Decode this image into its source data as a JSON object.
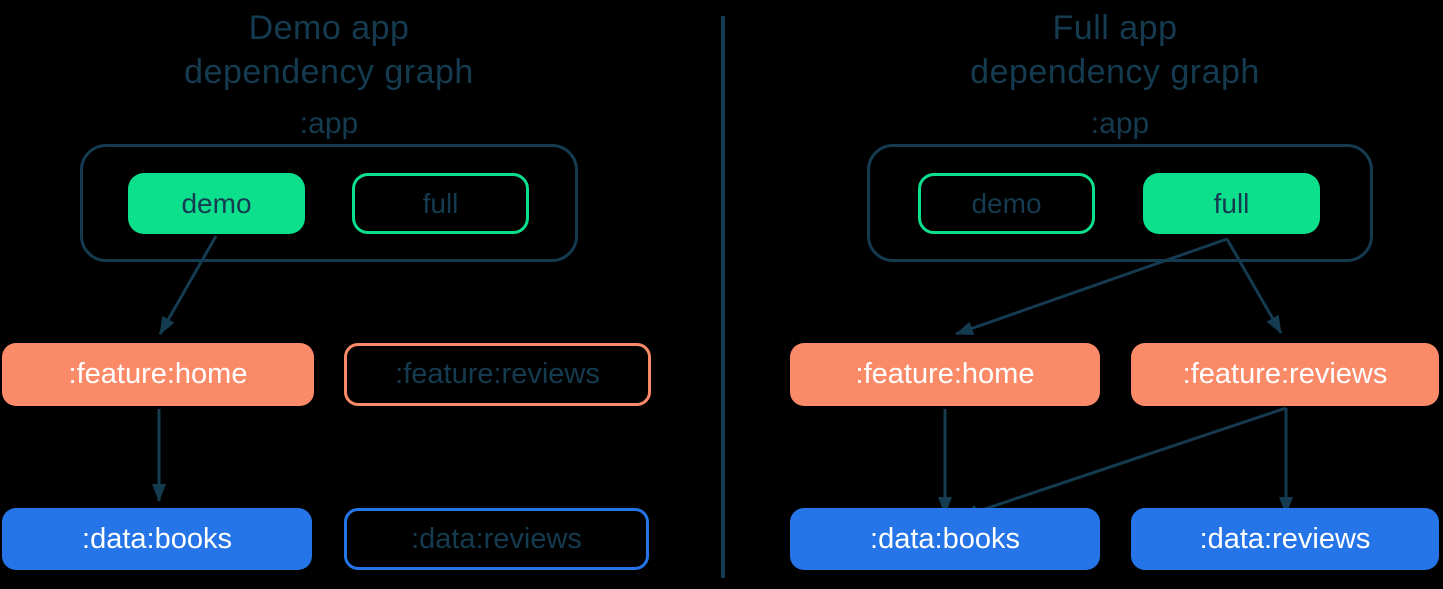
{
  "colors": {
    "background": "#000000",
    "navy": "#143B4F",
    "green": "#0CE08D",
    "orange": "#FA8A68",
    "blue": "#2575E8",
    "included_text": "#FFFFFF"
  },
  "left_panel": {
    "title_line1": "Demo app",
    "title_line2": "dependency graph",
    "app_label": ":app",
    "variant_buttons": [
      {
        "label": "demo",
        "state": "selected"
      },
      {
        "label": "full",
        "state": "unselected"
      }
    ],
    "feature_nodes": [
      {
        "label": ":feature:home",
        "state": "included"
      },
      {
        "label": ":feature:reviews",
        "state": "excluded"
      }
    ],
    "data_nodes": [
      {
        "label": ":data:books",
        "state": "included"
      },
      {
        "label": ":data:reviews",
        "state": "excluded"
      }
    ],
    "edges": [
      {
        "from": "demo",
        "to": ":feature:home"
      },
      {
        "from": ":feature:home",
        "to": ":data:books"
      }
    ]
  },
  "right_panel": {
    "title_line1": "Full app",
    "title_line2": "dependency graph",
    "app_label": ":app",
    "variant_buttons": [
      {
        "label": "demo",
        "state": "unselected"
      },
      {
        "label": "full",
        "state": "selected"
      }
    ],
    "feature_nodes": [
      {
        "label": ":feature:home",
        "state": "included"
      },
      {
        "label": ":feature:reviews",
        "state": "included"
      }
    ],
    "data_nodes": [
      {
        "label": ":data:books",
        "state": "included"
      },
      {
        "label": ":data:reviews",
        "state": "included"
      }
    ],
    "edges": [
      {
        "from": "full",
        "to": ":feature:home"
      },
      {
        "from": "full",
        "to": ":feature:reviews"
      },
      {
        "from": ":feature:home",
        "to": ":data:books"
      },
      {
        "from": ":feature:reviews",
        "to": ":data:books"
      },
      {
        "from": ":feature:reviews",
        "to": ":data:reviews"
      }
    ]
  }
}
